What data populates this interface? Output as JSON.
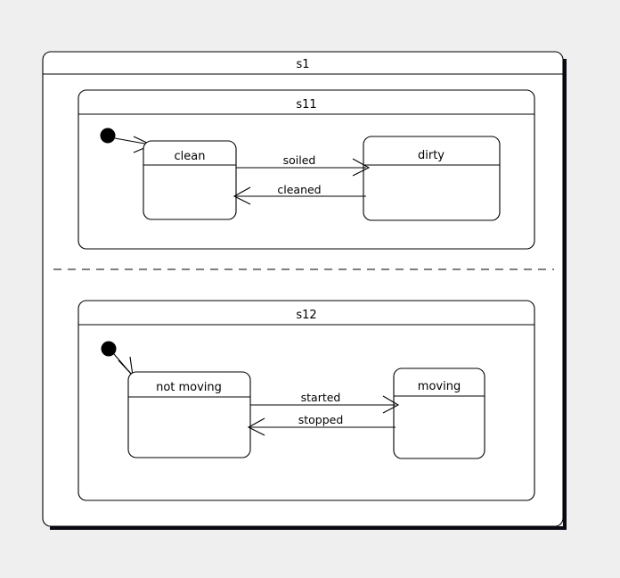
{
  "diagram": {
    "type": "uml-state-machine",
    "background_color": "#efefef",
    "line_color": "#000000",
    "fill_color": "#ffffff",
    "shadow_color": "#0a0a14",
    "root": {
      "name": "s1",
      "label": "s1",
      "kind": "composite-state",
      "orthogonal": true,
      "region_separator": "dashed-horizontal"
    },
    "regions": [
      {
        "name": "s11",
        "label": "s11",
        "initial_state": true,
        "states": [
          {
            "name": "clean",
            "label": "clean"
          },
          {
            "name": "dirty",
            "label": "dirty"
          }
        ],
        "transitions": [
          {
            "name": "soiled",
            "label": "soiled",
            "from": "clean",
            "to": "dirty",
            "direction": "right"
          },
          {
            "name": "cleaned",
            "label": "cleaned",
            "from": "dirty",
            "to": "clean",
            "direction": "left"
          }
        ]
      },
      {
        "name": "s12",
        "label": "s12",
        "initial_state": true,
        "states": [
          {
            "name": "not-moving",
            "label": "not moving"
          },
          {
            "name": "moving",
            "label": "moving"
          }
        ],
        "transitions": [
          {
            "name": "started",
            "label": "started",
            "from": "not moving",
            "to": "moving",
            "direction": "right"
          },
          {
            "name": "stopped",
            "label": "stopped",
            "from": "moving",
            "to": "not moving",
            "direction": "left"
          }
        ]
      }
    ]
  }
}
